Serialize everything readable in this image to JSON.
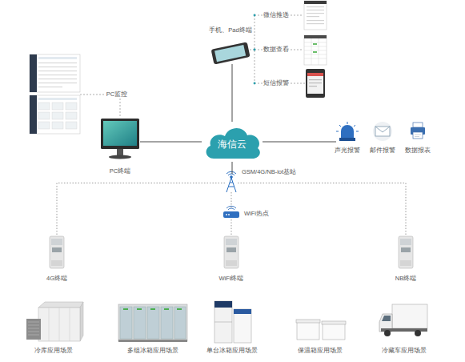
{
  "diagram": {
    "nodes": [
      {
        "text": [
          "手机、Pad终端"
        ]
      },
      {
        "text": [
          "PC终端"
        ]
      },
      {
        "text": [
          "海信云"
        ]
      },
      {
        "text": [
          "声光报警"
        ]
      },
      {
        "text": [
          "邮件报警"
        ]
      },
      {
        "text": [
          "数据报表"
        ]
      },
      {
        "text": [
          "GSM/4G/NB-iot基站"
        ]
      },
      {
        "text": [
          "WiFi热点"
        ]
      },
      {
        "text": [
          "4G终端"
        ]
      },
      {
        "text": [
          "WiFi终端"
        ]
      },
      {
        "text": [
          "NB终端"
        ]
      },
      {
        "text": [
          "冷库应用场景"
        ]
      },
      {
        "text": [
          "多组冰箱应用场景"
        ]
      },
      {
        "text": [
          "单台冰箱应用场景"
        ]
      },
      {
        "text": [
          "保温箱应用场景"
        ]
      },
      {
        "text": [
          "冷藏车应用场景"
        ]
      }
    ],
    "edges": [
      {
        "from": 2,
        "to": 0,
        "arrow": "none"
      },
      {
        "from": 2,
        "to": 1,
        "arrow": "none"
      },
      {
        "from": 2,
        "to": 3,
        "arrow": "none"
      },
      {
        "from": 2,
        "to": 6,
        "arrow": "none"
      },
      {
        "from": 6,
        "to": 7,
        "arrow": "none"
      },
      {
        "from": 6,
        "to": 8,
        "arrow": "none"
      },
      {
        "from": 6,
        "to": 10,
        "arrow": "none"
      },
      {
        "from": 7,
        "to": 9,
        "arrow": "none"
      }
    ],
    "labels": [
      "微信推送",
      "数据查看",
      "短信报警",
      "PC监控"
    ]
  }
}
